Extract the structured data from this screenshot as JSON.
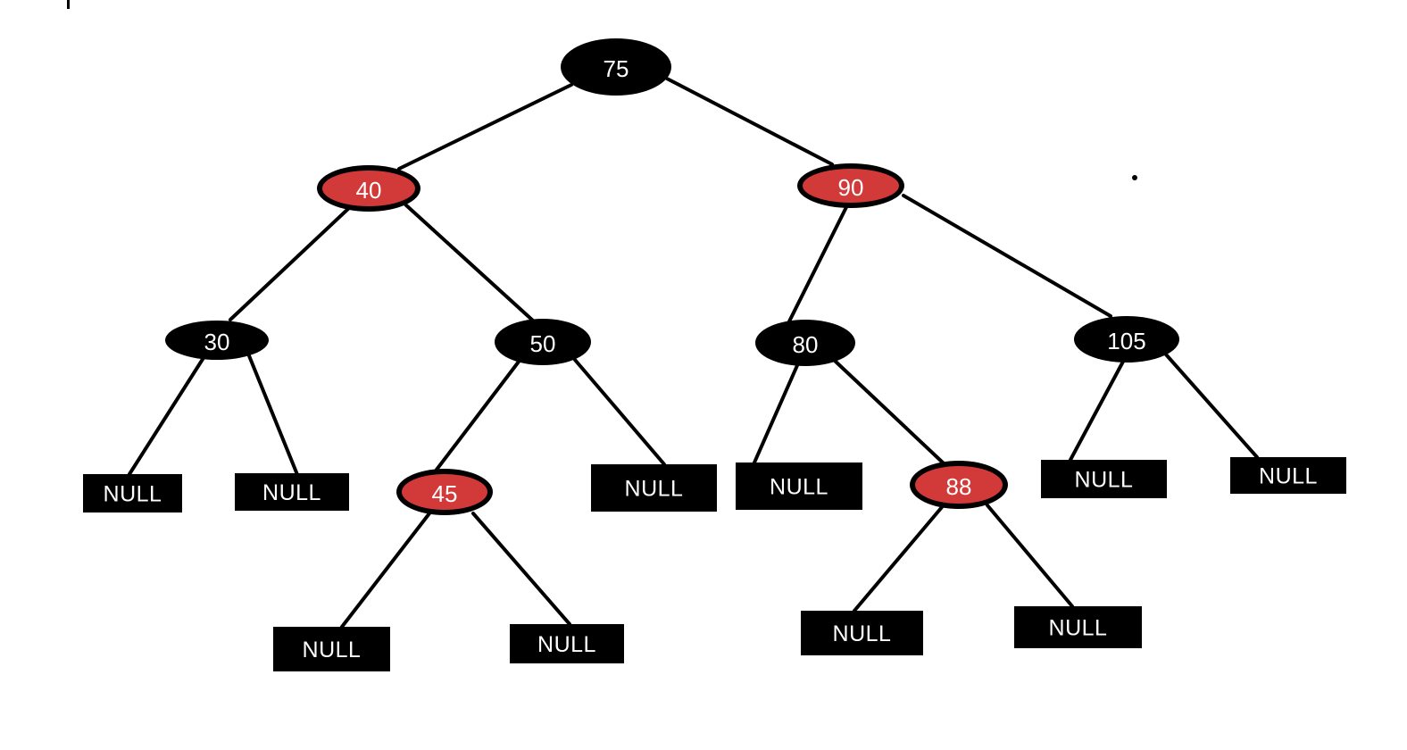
{
  "colors": {
    "black_node": "#000000",
    "red_node": "#d23a3a",
    "node_text": "#ffffff",
    "edge": "#000000",
    "background": "#ffffff"
  },
  "nodes": [
    {
      "id": "n75",
      "label": "75",
      "color": "black"
    },
    {
      "id": "n40",
      "label": "40",
      "color": "red"
    },
    {
      "id": "n90",
      "label": "90",
      "color": "red"
    },
    {
      "id": "n30",
      "label": "30",
      "color": "black"
    },
    {
      "id": "n50",
      "label": "50",
      "color": "black"
    },
    {
      "id": "n80",
      "label": "80",
      "color": "black"
    },
    {
      "id": "n105",
      "label": "105",
      "color": "black"
    },
    {
      "id": "n45",
      "label": "45",
      "color": "red"
    },
    {
      "id": "n88",
      "label": "88",
      "color": "red"
    }
  ],
  "null_leaves": [
    {
      "id": "null30L",
      "label": "NULL",
      "parent": "n30"
    },
    {
      "id": "null30R",
      "label": "NULL",
      "parent": "n30"
    },
    {
      "id": "null45L",
      "label": "NULL",
      "parent": "n45"
    },
    {
      "id": "null45R",
      "label": "NULL",
      "parent": "n45"
    },
    {
      "id": "null50R",
      "label": "NULL",
      "parent": "n50"
    },
    {
      "id": "null80L",
      "label": "NULL",
      "parent": "n80"
    },
    {
      "id": "null88L",
      "label": "NULL",
      "parent": "n88"
    },
    {
      "id": "null88R",
      "label": "NULL",
      "parent": "n88"
    },
    {
      "id": "null105L",
      "label": "NULL",
      "parent": "n105"
    },
    {
      "id": "null105R",
      "label": "NULL",
      "parent": "n105"
    }
  ],
  "edges": [
    [
      "n75",
      "n40"
    ],
    [
      "n75",
      "n90"
    ],
    [
      "n40",
      "n30"
    ],
    [
      "n40",
      "n50"
    ],
    [
      "n90",
      "n80"
    ],
    [
      "n90",
      "n105"
    ],
    [
      "n30",
      "null30L"
    ],
    [
      "n30",
      "null30R"
    ],
    [
      "n50",
      "n45"
    ],
    [
      "n50",
      "null50R"
    ],
    [
      "n45",
      "null45L"
    ],
    [
      "n45",
      "null45R"
    ],
    [
      "n80",
      "null80L"
    ],
    [
      "n80",
      "n88"
    ],
    [
      "n88",
      "null88L"
    ],
    [
      "n88",
      "null88R"
    ],
    [
      "n105",
      "null105L"
    ],
    [
      "n105",
      "null105R"
    ]
  ]
}
